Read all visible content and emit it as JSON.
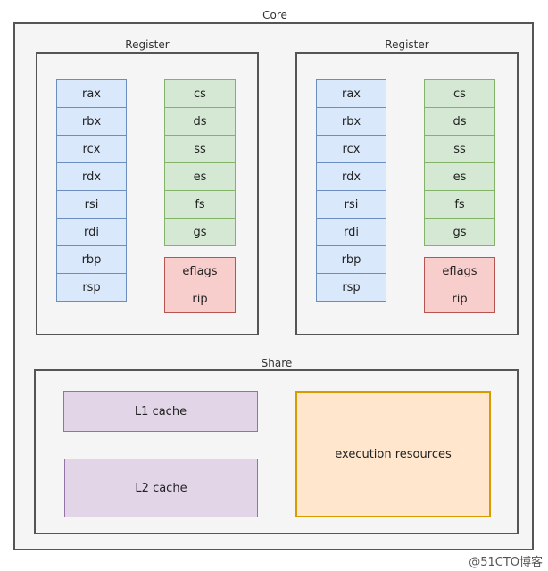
{
  "core": {
    "title": "Core"
  },
  "registers": [
    {
      "title": "Register",
      "general": [
        "rax",
        "rbx",
        "rcx",
        "rdx",
        "rsi",
        "rdi",
        "rbp",
        "rsp"
      ],
      "segment": [
        "cs",
        "ds",
        "ss",
        "es",
        "fs",
        "gs"
      ],
      "control": [
        "eflags",
        "rip"
      ]
    },
    {
      "title": "Register",
      "general": [
        "rax",
        "rbx",
        "rcx",
        "rdx",
        "rsi",
        "rdi",
        "rbp",
        "rsp"
      ],
      "segment": [
        "cs",
        "ds",
        "ss",
        "es",
        "fs",
        "gs"
      ],
      "control": [
        "eflags",
        "rip"
      ]
    }
  ],
  "share": {
    "title": "Share",
    "l1": "L1 cache",
    "l2": "L2 cache",
    "exec": "execution resources"
  },
  "watermark": "@51CTO博客",
  "colors": {
    "general_fill": "#dae8fc",
    "general_stroke": "#6c8ebf",
    "segment_fill": "#d5e8d4",
    "segment_stroke": "#82b366",
    "control_fill": "#f8cecc",
    "control_stroke": "#b85450",
    "cache_fill": "#e1d5e7",
    "cache_stroke": "#9673a6",
    "exec_fill": "#ffe6cc",
    "exec_stroke": "#d79b00"
  }
}
